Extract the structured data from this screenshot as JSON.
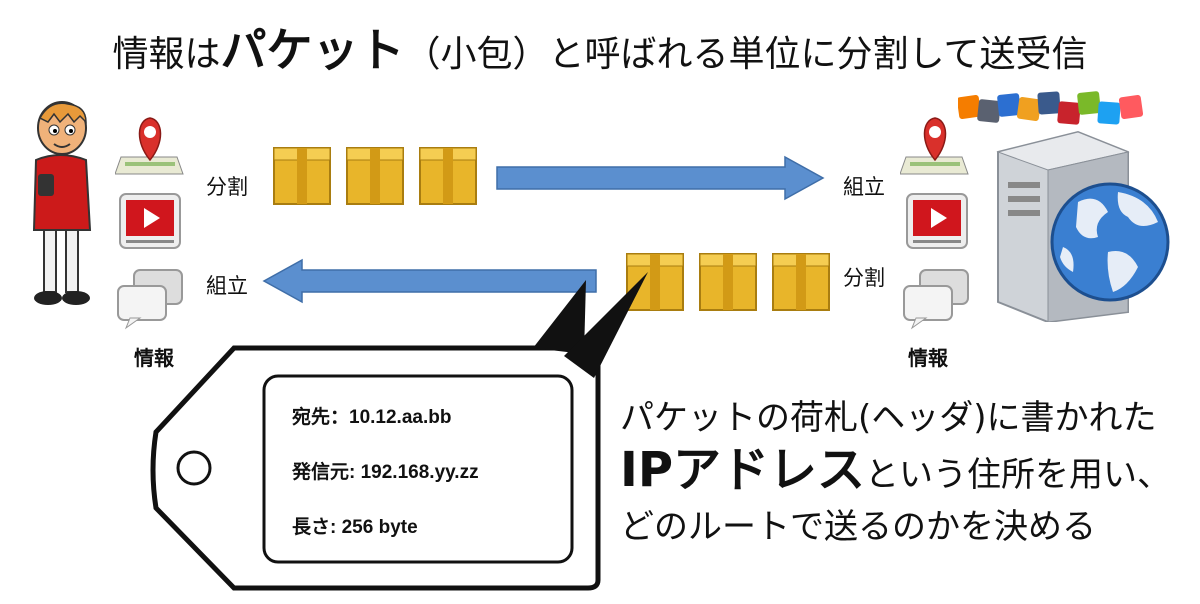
{
  "title": {
    "prefix": "情報は",
    "emphasis": "パケット",
    "suffix": "（小包）と呼ばれる単位に分割して送受信"
  },
  "left": {
    "label_split": "分割",
    "label_assemble": "組立",
    "info_label": "情報",
    "icons": [
      "map-pin-icon",
      "video-play-icon",
      "chat-bubbles-icon"
    ]
  },
  "right": {
    "label_assemble": "組立",
    "label_split": "分割",
    "info_label": "情報",
    "icons": [
      "map-pin-icon",
      "video-play-icon",
      "chat-bubbles-icon"
    ],
    "social_icons": [
      "blogger-icon",
      "mail-icon",
      "rss-icon",
      "google-icon",
      "tumblr-icon",
      "pinterest-icon",
      "facebook-icon",
      "twitter-icon",
      "airbnb-icon"
    ]
  },
  "tag": {
    "line1": "宛先：10.12.aa.bb",
    "line2": "発信元: 192.168.yy.zz",
    "line3": "長さ: 256 byte"
  },
  "caption": {
    "line1": "パケットの荷札(ヘッダ)に書かれた",
    "line2_big": "IPアドレス",
    "line2_rest": "という住所を用い、",
    "line3": "どのルートで送るのかを決める"
  },
  "colors": {
    "arrow": "#5b8fcf",
    "box": "#e8b52a",
    "pin": "#d9302b",
    "video": "#d0161d"
  }
}
